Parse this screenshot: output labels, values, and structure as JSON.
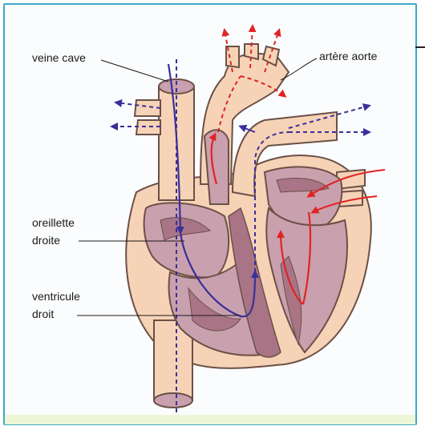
{
  "labels": {
    "veine_cave": "veine cave",
    "artere_aorte": "artère aorte",
    "oreillette_droite_line1": "oreillette",
    "oreillette_droite_line2": "droite",
    "ventricule_droit_line1": "ventricule",
    "ventricule_droit_line2": "droit"
  },
  "colors": {
    "frame": "#3fa9c8",
    "vessel_outer": "#f6d3b6",
    "vessel_stroke": "#6b5048",
    "chamber_inner": "#c9a0ad",
    "muscle": "#a87486",
    "oxygenated_flow": "#e02424",
    "deoxygenated_flow": "#3a2f9a"
  }
}
